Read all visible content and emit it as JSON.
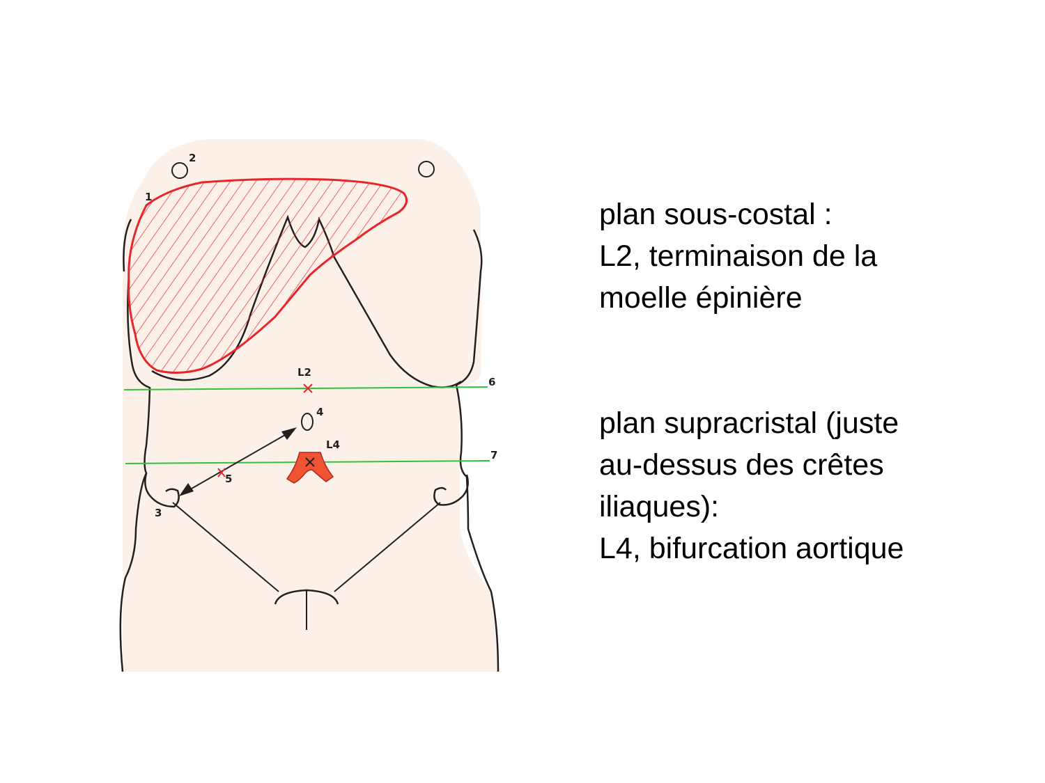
{
  "colors": {
    "skin": "#fcf1e8",
    "outline": "#231f20",
    "liver": "#e8252b",
    "plane_line": "#2fc23c",
    "aorta": "#ef5533"
  },
  "figure": {
    "labels": {
      "liver_number": "1",
      "nipple_number": "2",
      "iliac_spine_number": "3",
      "umbilicus_number": "4",
      "midpoint_number": "5",
      "subcostal_plane_number": "6",
      "supracristal_plane_number": "7",
      "l2_vertebra": "L2",
      "l4_vertebra": "L4"
    }
  },
  "captions": {
    "subcostal": {
      "lines": [
        "plan sous-costal :",
        "L2, terminaison de la",
        "moelle épinière"
      ]
    },
    "supracristal": {
      "lines": [
        "plan supracristal (juste",
        "au-dessus des crêtes",
        "iliaques):",
        "L4, bifurcation aortique"
      ]
    }
  }
}
